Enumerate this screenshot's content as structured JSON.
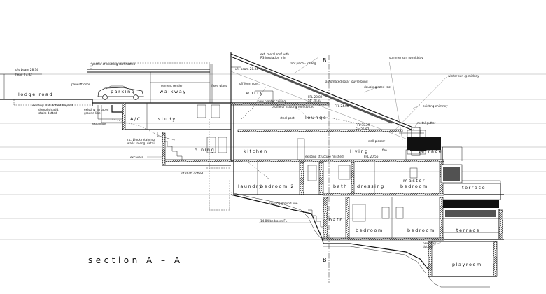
{
  "title": "section  A – A",
  "section_marker": "B",
  "rooms": {
    "lodge_road": "lodge road",
    "parking": "parking",
    "walkway": "walkway",
    "entry": "entry",
    "ac": "A/C",
    "study": "study",
    "lounge": "lounge",
    "dining": "dining",
    "kitchen": "kitchen",
    "living": "living",
    "terrace_upper": "terrace",
    "laundry": "laundry",
    "bedroom2": "bedroom 2",
    "bath_upper": "bath",
    "dressing": "dressing",
    "master_bedroom_1": "master",
    "master_bedroom_2": "bedroom",
    "terrace_mid": "terrace",
    "bath_lower": "bath",
    "bedroom_lower_left": "bedroom",
    "bedroom_lower_right": "bedroom",
    "terrace_lower": "terrace",
    "playroom": "playroom"
  },
  "notes": {
    "uls_beam_left": "u/s beam 28.34",
    "head": "head 27.82",
    "profile_existing_roof": "profile of existing roof dotted",
    "uls_beam_mid": "u/s beam 28.34",
    "ext_metal_roof": "ext. metal roof with",
    "insulation": "R3 insulation min",
    "roof_pitch": "roof pitch - 21deg.",
    "automated_louvre": "automated solar louvre blind",
    "double_glazed": "double glazed roof",
    "summer_sun": "summer sun @ midday",
    "winter_sun": "winter sun @ midday",
    "panelift_door": "panelift door",
    "cement_render": "cement render",
    "fixed_glass": "fixed glass",
    "off_form_conc": "off form conc.",
    "existing_slab": "existing slab dotted beyond",
    "demolish_add": "demolish add.",
    "stairs_dotted": "stairs dotted",
    "existing_terraced": "existing terraced",
    "ground_line": "ground line",
    "ffl_2899": "FFL 28.89",
    "str_2887": "Str 28.87",
    "ffl_2406": "FFL 24.06",
    "profile_existing_roof_2": "profile of existing roof dotted",
    "steel_post": "steel post",
    "new_planter_ceiling": "new planter ceiling",
    "existing_chimney": "existing chimney",
    "metal_gutter": "metal gutter",
    "excavate_1": "excavate",
    "ffl_3329": "FFL 33.29",
    "str_2587": "Str 25.87",
    "wall_plaster": "wall plaster",
    "existing_structure": "existing structure finished",
    "ffl_2056": "FFL 20.56",
    "fire": "fire",
    "rl_block": "r.c. block retaining",
    "walls_to_eng": "walls to eng. detail",
    "excavate_2": "excavate",
    "lift_shaft": "lift shaft dotted",
    "existing_ground_line": "existing ground line",
    "bedroom_fl": "14.84 bedroom FL",
    "new_stair": "new stair",
    "dotted": "dotted"
  },
  "colors": {
    "ink": "#111111",
    "grid": "#9a9a9a",
    "glazing": "#6a6a6a"
  }
}
